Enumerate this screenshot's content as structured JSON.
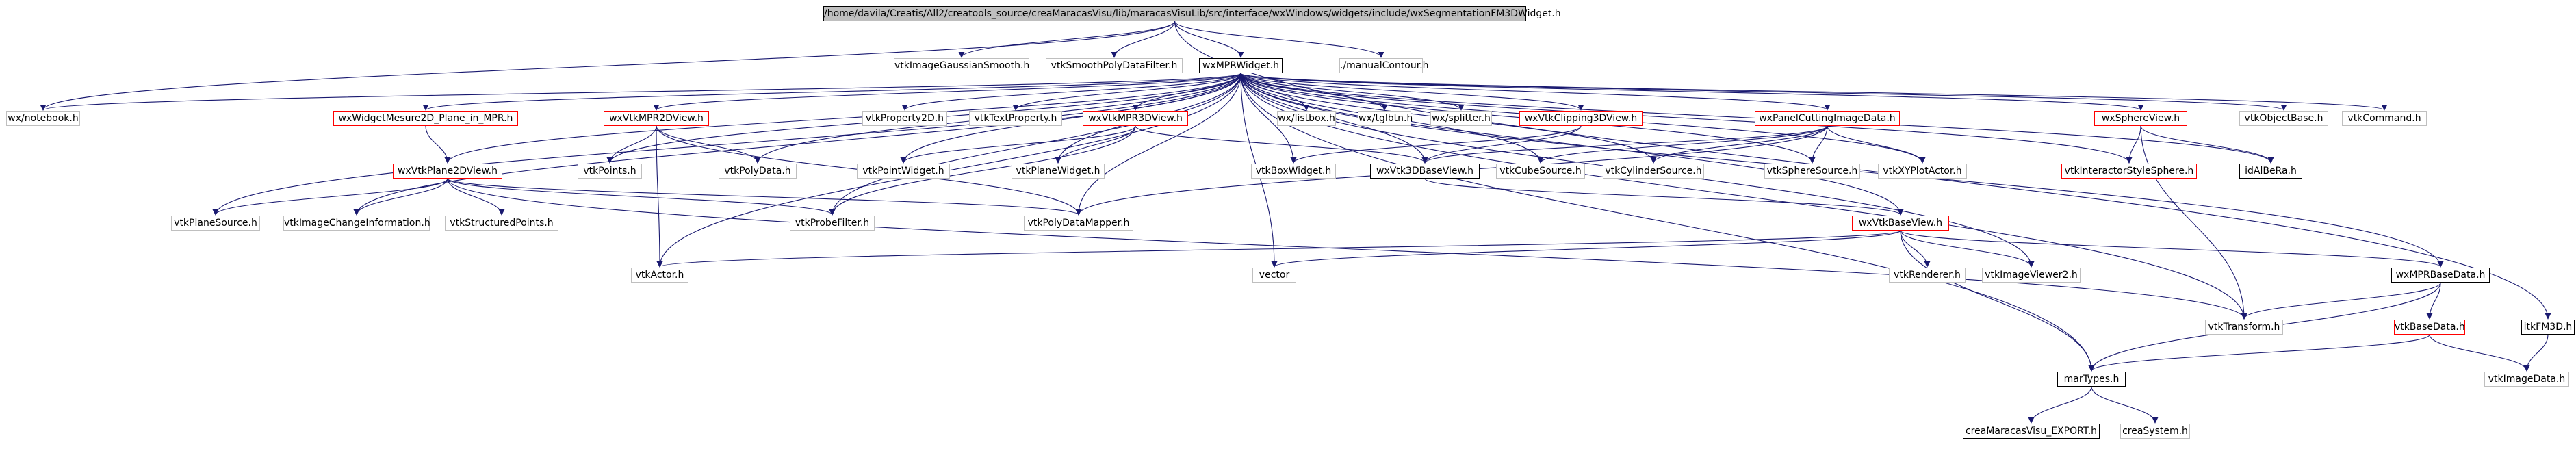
{
  "graph": {
    "title": "/home/davila/Creatis/All2/creatools_source/creaMaracasVisu/lib/maracasVisuLib/src/interface/wxWindows/widgets/include/wxSegmentationFM3DWidget.h",
    "colors": {
      "edge": "#191970",
      "red_border": "#ff0000",
      "black_border": "#000000",
      "plain_border": "#bfbfbf",
      "root_fill": "#bfbfbf"
    },
    "nodes": {
      "root": "/home/davila/Creatis/All2/creatools_source/creaMaracasVisu/lib/maracasVisuLib/src/interface/wxWindows/widgets/include/wxSegmentationFM3DWidget.h",
      "gauss": "vtkImageGaussianSmooth.h",
      "smooth": "vtkSmoothPolyDataFilter.h",
      "mpr": "wxMPRWidget.h",
      "manual": "./manualContour.h",
      "notebook": "wx/notebook.h",
      "mesure": "wxWidgetMesure2D_Plane_in_MPR.h",
      "mpr2d": "wxVtkMPR2DView.h",
      "prop2d": "vtkProperty2D.h",
      "textprop": "vtkTextProperty.h",
      "mpr3d": "wxVtkMPR3DView.h",
      "listbox": "wx/listbox.h",
      "tglbtn": "wx/tglbtn.h",
      "splitter": "wx/splitter.h",
      "clip3d": "wxVtkClipping3DView.h",
      "cutting": "wxPanelCuttingImageData.h",
      "sphereview": "wxSphereView.h",
      "objbase": "vtkObjectBase.h",
      "command": "vtkCommand.h",
      "plane2d": "wxVtkPlane2DView.h",
      "points": "vtkPoints.h",
      "polydata": "vtkPolyData.h",
      "pointwidget": "vtkPointWidget.h",
      "planewidget": "vtkPlaneWidget.h",
      "boxwidget": "vtkBoxWidget.h",
      "base3d": "wxVtk3DBaseView.h",
      "cube": "vtkCubeSource.h",
      "cylinder": "vtkCylinderSource.h",
      "spheresrc": "vtkSphereSource.h",
      "xyplot": "vtkXYPlotActor.h",
      "istyle": "vtkInteractorStyleSphere.h",
      "idalbera": "idAlBeRa.h",
      "planesrc": "vtkPlaneSource.h",
      "imgchange": "vtkImageChangeInformation.h",
      "structpts": "vtkStructuredPoints.h",
      "probe": "vtkProbeFilter.h",
      "pdmapper": "vtkPolyDataMapper.h",
      "basev": "wxVtkBaseView.h",
      "actor": "vtkActor.h",
      "vector": "vector",
      "renderer": "vtkRenderer.h",
      "viewer2": "vtkImageViewer2.h",
      "mprbase": "wxMPRBaseData.h",
      "itkfm": "itkFM3D.h",
      "transform": "vtkTransform.h",
      "basedata": "vtkBaseData.h",
      "imagedata": "vtkImageData.h",
      "martypes": "marTypes.h",
      "export": "creaMaracasVisu_EXPORT.h",
      "creasys": "creaSystem.h"
    },
    "edges": [
      [
        "root",
        "gauss"
      ],
      [
        "root",
        "smooth"
      ],
      [
        "root",
        "mpr"
      ],
      [
        "root",
        "manual"
      ],
      [
        "root",
        "notebook"
      ],
      [
        "root",
        "itkfm"
      ],
      [
        "mpr",
        "notebook"
      ],
      [
        "mpr",
        "mesure"
      ],
      [
        "mpr",
        "mpr2d"
      ],
      [
        "mpr",
        "prop2d"
      ],
      [
        "mpr",
        "textprop"
      ],
      [
        "mpr",
        "mpr3d"
      ],
      [
        "mpr",
        "listbox"
      ],
      [
        "mpr",
        "tglbtn"
      ],
      [
        "mpr",
        "splitter"
      ],
      [
        "mpr",
        "clip3d"
      ],
      [
        "mpr",
        "cutting"
      ],
      [
        "mpr",
        "sphereview"
      ],
      [
        "mpr",
        "objbase"
      ],
      [
        "mpr",
        "command"
      ],
      [
        "mpr",
        "points"
      ],
      [
        "mpr",
        "polydata"
      ],
      [
        "mpr",
        "pointwidget"
      ],
      [
        "mpr",
        "planewidget"
      ],
      [
        "mpr",
        "boxwidget"
      ],
      [
        "mpr",
        "base3d"
      ],
      [
        "mpr",
        "cube"
      ],
      [
        "mpr",
        "cylinder"
      ],
      [
        "mpr",
        "spheresrc"
      ],
      [
        "mpr",
        "xyplot"
      ],
      [
        "mpr",
        "istyle"
      ],
      [
        "mpr",
        "idalbera"
      ],
      [
        "mpr",
        "planesrc"
      ],
      [
        "mpr",
        "imgchange"
      ],
      [
        "mpr",
        "probe"
      ],
      [
        "mpr",
        "pdmapper"
      ],
      [
        "mpr",
        "basev"
      ],
      [
        "mpr",
        "actor"
      ],
      [
        "mpr",
        "vector"
      ],
      [
        "mpr",
        "viewer2"
      ],
      [
        "mpr",
        "mprbase"
      ],
      [
        "mpr",
        "transform"
      ],
      [
        "mpr",
        "martypes"
      ],
      [
        "mpr",
        "plane2d"
      ],
      [
        "mesure",
        "plane2d"
      ],
      [
        "mpr2d",
        "points"
      ],
      [
        "mpr2d",
        "polydata"
      ],
      [
        "mpr2d",
        "actor"
      ],
      [
        "mpr2d",
        "pdmapper"
      ],
      [
        "plane2d",
        "planesrc"
      ],
      [
        "plane2d",
        "imgchange"
      ],
      [
        "plane2d",
        "structpts"
      ],
      [
        "plane2d",
        "probe"
      ],
      [
        "plane2d",
        "pdmapper"
      ],
      [
        "plane2d",
        "transform"
      ],
      [
        "mpr3d",
        "pointwidget"
      ],
      [
        "mpr3d",
        "planewidget"
      ],
      [
        "mpr3d",
        "base3d"
      ],
      [
        "mpr3d",
        "probe"
      ],
      [
        "clip3d",
        "boxwidget"
      ],
      [
        "clip3d",
        "base3d"
      ],
      [
        "cutting",
        "base3d"
      ],
      [
        "cutting",
        "cube"
      ],
      [
        "cutting",
        "cylinder"
      ],
      [
        "cutting",
        "spheresrc"
      ],
      [
        "cutting",
        "xyplot"
      ],
      [
        "cutting",
        "pdmapper"
      ],
      [
        "sphereview",
        "istyle"
      ],
      [
        "sphereview",
        "idalbera"
      ],
      [
        "sphereview",
        "transform"
      ],
      [
        "base3d",
        "basev"
      ],
      [
        "basev",
        "actor"
      ],
      [
        "basev",
        "vector"
      ],
      [
        "basev",
        "renderer"
      ],
      [
        "basev",
        "viewer2"
      ],
      [
        "basev",
        "mprbase"
      ],
      [
        "basev",
        "martypes"
      ],
      [
        "mprbase",
        "transform"
      ],
      [
        "mprbase",
        "basedata"
      ],
      [
        "mprbase",
        "martypes"
      ],
      [
        "basedata",
        "imagedata"
      ],
      [
        "basedata",
        "martypes"
      ],
      [
        "itkfm",
        "imagedata"
      ],
      [
        "martypes",
        "export"
      ],
      [
        "martypes",
        "creasys"
      ]
    ]
  }
}
